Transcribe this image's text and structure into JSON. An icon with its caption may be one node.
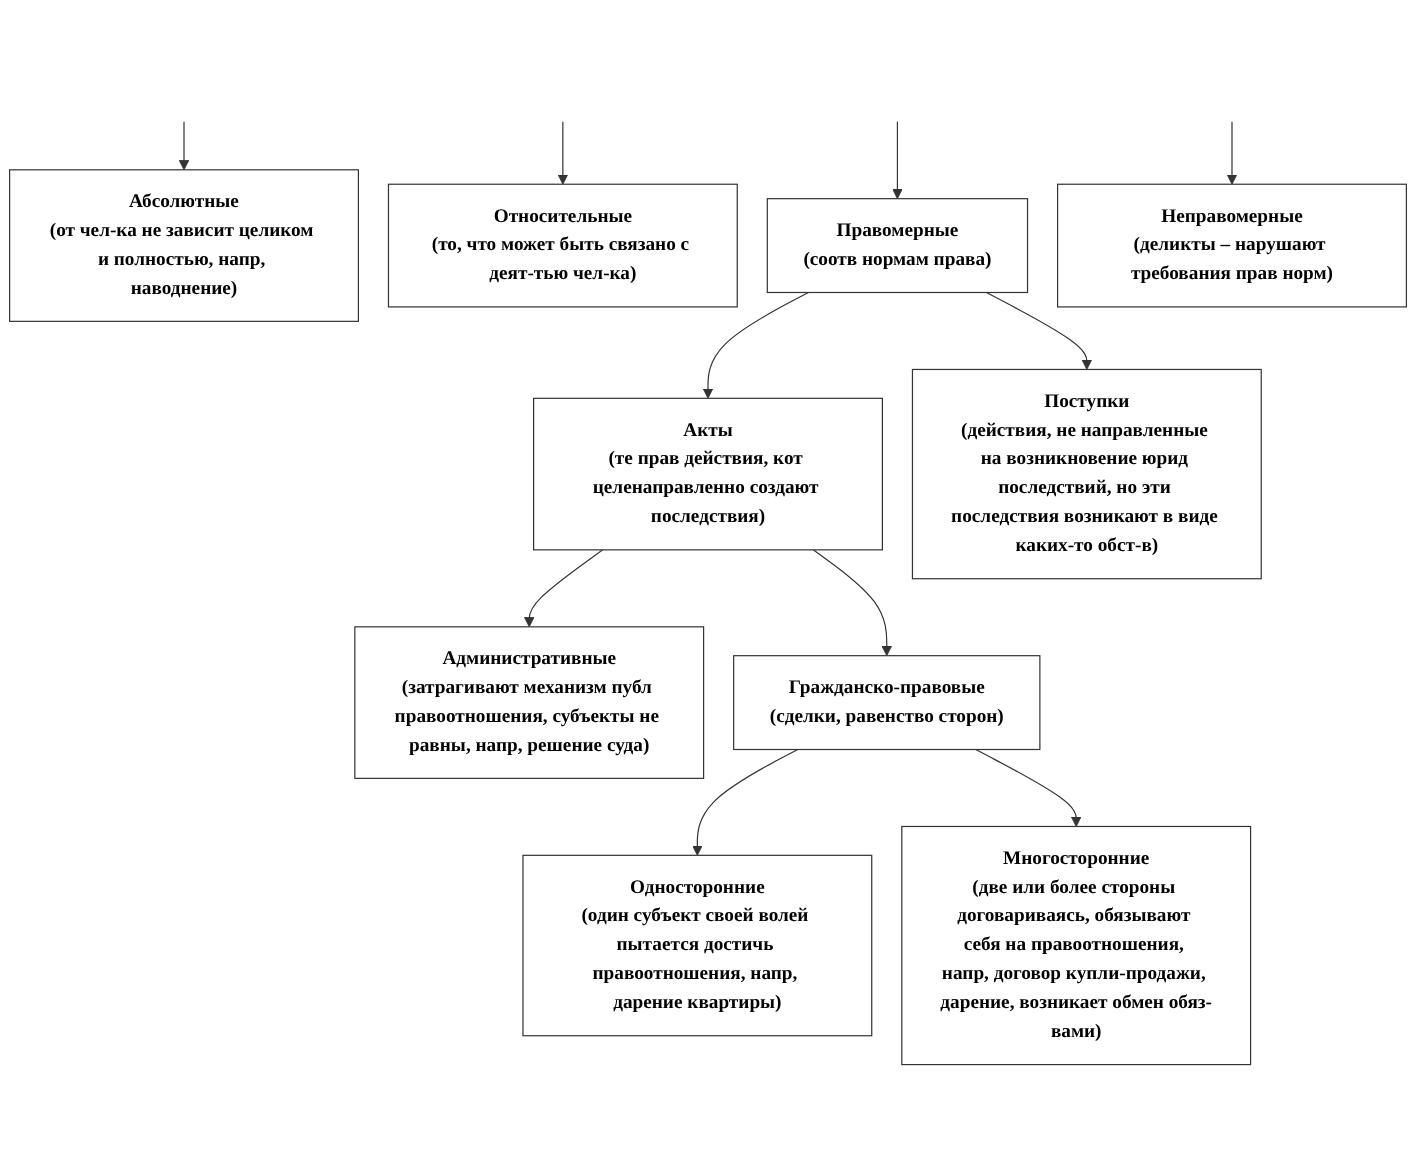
{
  "diagram": {
    "nodes": [
      {
        "text": [
          "Абсолютные",
          "(от чел-ка не зависит целиком и полностью, напр, наводнение)"
        ]
      },
      {
        "text": [
          "Относительные",
          "(то, что может быть связано с деят-тью чел-ка)"
        ]
      },
      {
        "text": [
          "Правомерные",
          "(соотв нормам права)"
        ]
      },
      {
        "text": [
          "Неправомерные",
          "(деликты – нарушают требования прав норм)"
        ]
      },
      {
        "text": [
          "Акты",
          "(те прав действия, кот целенаправленно создают последствия)"
        ]
      },
      {
        "text": [
          "Поступки",
          "(действия, не направленные на возникновение юрид последствий, но эти последствия возникают в виде каких-то обст-в)"
        ]
      },
      {
        "text": [
          "Административные",
          "(затрагивают механизм публ правоотношения, субъекты не равны, напр, решение суда)"
        ]
      },
      {
        "text": [
          "Гражданско-правовые",
          "(сделки, равенство сторон)"
        ]
      },
      {
        "text": [
          "Односторонние",
          "(один субъект своей волей пытается достичь правоотношения, напр, дарение квартиры)"
        ]
      },
      {
        "text": [
          "Многосторонние",
          "(две или более стороны договариваясь, обязывают себя на правоотношения, напр, договор купли-продажи, дарение, возникает обмен обяз-вами)"
        ]
      }
    ],
    "edges": [
      {
        "from": null,
        "to": 0,
        "arrow": "to"
      },
      {
        "from": null,
        "to": 1,
        "arrow": "to"
      },
      {
        "from": null,
        "to": 2,
        "arrow": "to"
      },
      {
        "from": null,
        "to": 3,
        "arrow": "to"
      },
      {
        "from": 2,
        "to": 4,
        "arrow": "to"
      },
      {
        "from": 2,
        "to": 5,
        "arrow": "to"
      },
      {
        "from": 4,
        "to": 6,
        "arrow": "to"
      },
      {
        "from": 4,
        "to": 7,
        "arrow": "to"
      },
      {
        "from": 7,
        "to": 8,
        "arrow": "to"
      },
      {
        "from": 7,
        "to": 9,
        "arrow": "to"
      }
    ]
  }
}
